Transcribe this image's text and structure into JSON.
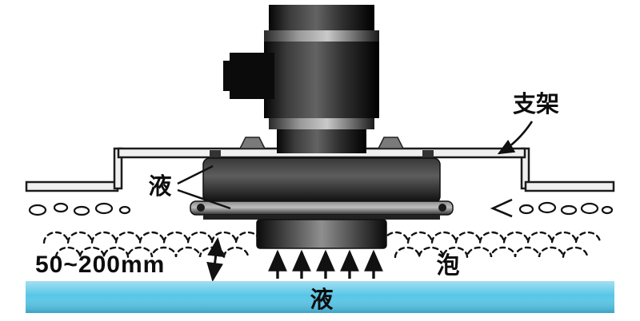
{
  "labels": {
    "bracket": "支架",
    "liquid_side": "液",
    "dimension_range": "50~200mm",
    "foam": "泡",
    "liquid_bottom": "液"
  },
  "colors": {
    "liquid": "#57c6e6",
    "line": "#111111",
    "metal_dark": "#1a1a1a",
    "bracket_fill": "#f0f0f0"
  }
}
